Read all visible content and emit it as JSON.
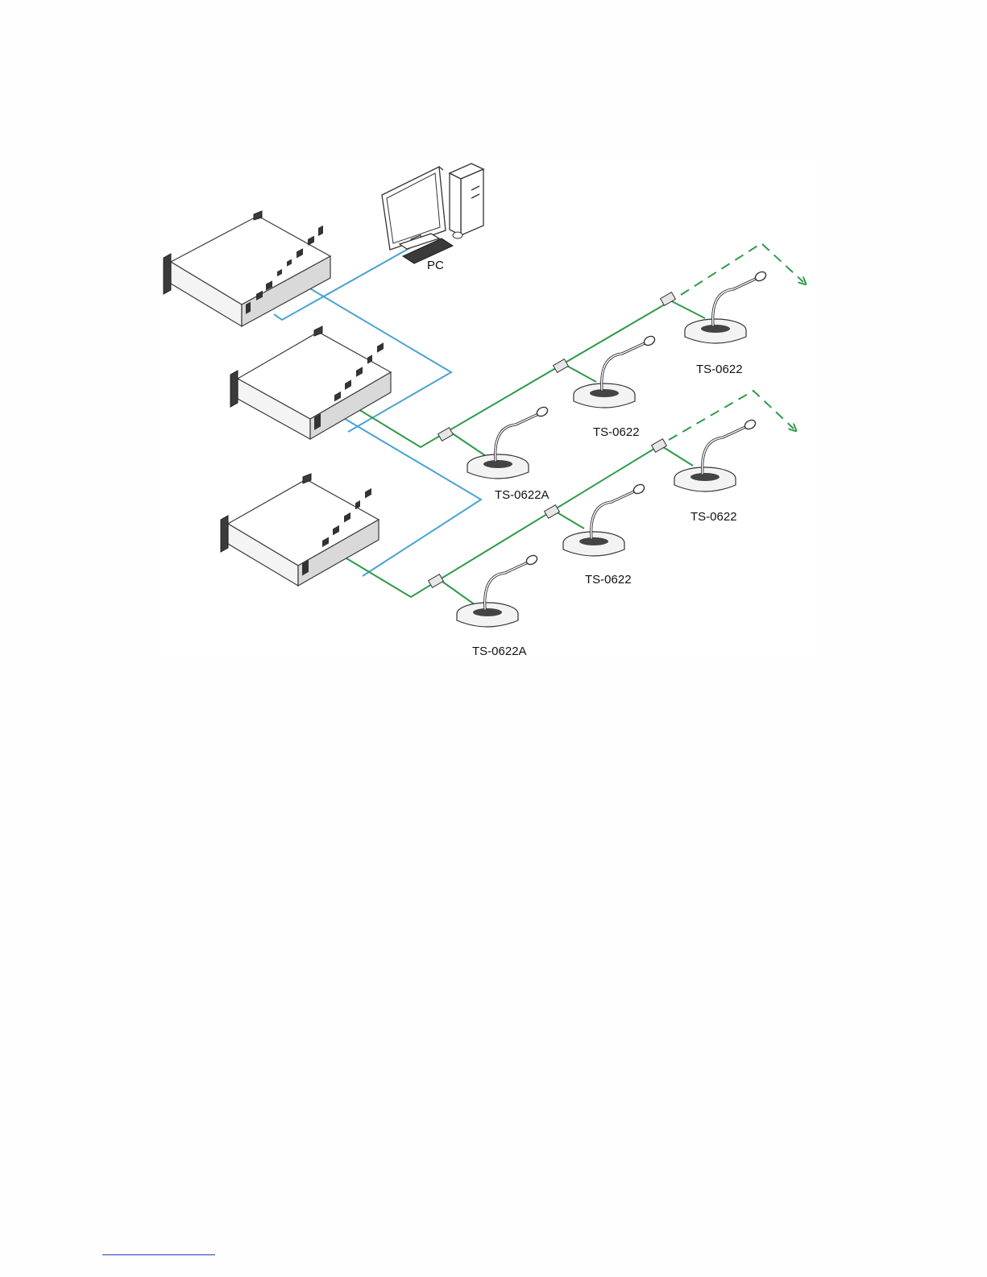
{
  "labels": {
    "pc": "PC",
    "row1_mic_a": "TS-0622A",
    "row1_mic_b": "TS-0622",
    "row1_mic_c": "TS-0622",
    "row2_mic_a": "TS-0622A",
    "row2_mic_b": "TS-0622",
    "row2_mic_c": "TS-0622"
  },
  "colors": {
    "network_cable": "#4ba3d1",
    "conference_cable": "#2e9a4a"
  }
}
